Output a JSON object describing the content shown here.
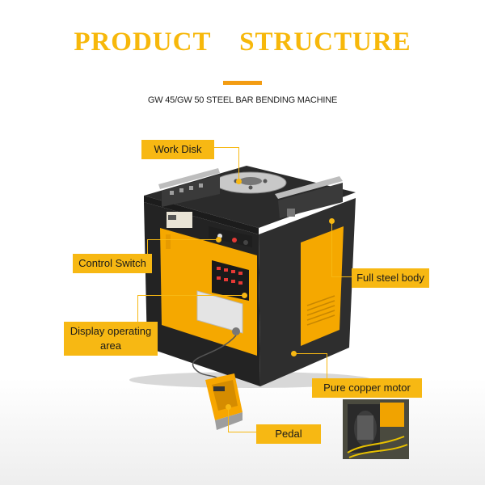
{
  "header": {
    "title": "PRODUCT STRUCTURE",
    "subtitle": "GW 45/GW 50 STEEL BAR BENDING MACHINE"
  },
  "colors": {
    "accent": "#f7b813",
    "title": "#f7b80b",
    "machine_body": "#2a2a2a",
    "machine_panel": "#f5a800"
  },
  "callouts": {
    "work_disk": "Work Disk",
    "control_switch": "Control Switch",
    "display_operating_area": "Display operating area",
    "full_steel_body": "Full steel body",
    "pure_copper_motor": "Pure copper motor",
    "pedal": "Pedal"
  }
}
